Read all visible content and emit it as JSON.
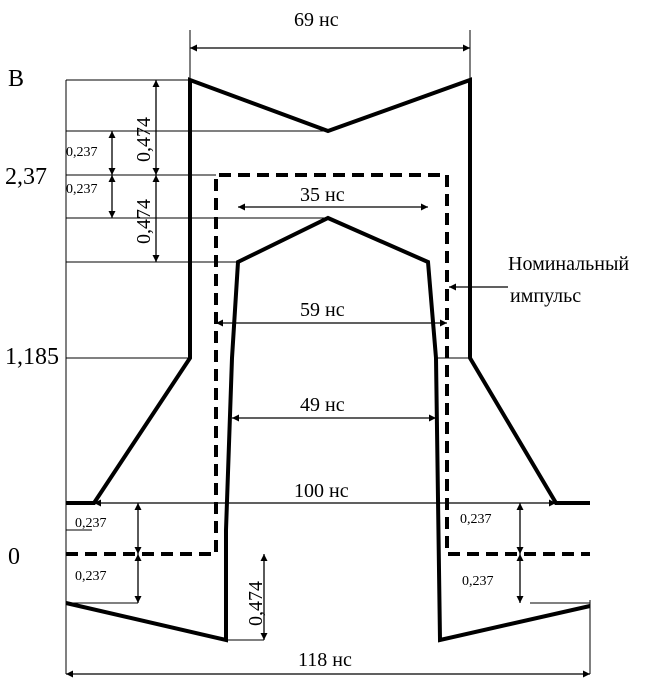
{
  "diagram": {
    "y_axis_unit": "В",
    "levels": {
      "top": "2,37",
      "middle": "1,185",
      "zero": "0"
    },
    "durations": {
      "d69": "69 нс",
      "d35": "35 нс",
      "d59": "59 нс",
      "d49": "49 нс",
      "d100": "100 нс",
      "d118": "118 нс"
    },
    "tolerances": {
      "t237_a": "0,237",
      "t237_b": "0,237",
      "t474_a": "0,474",
      "t474_b": "0,474",
      "t237_left_up": "0,237",
      "t237_left_down": "0,237",
      "t237_right_up": "0,237",
      "t237_right_down": "0,237",
      "t474_bottom": "0,474"
    },
    "nominal_label": {
      "line1": "Номинальный",
      "line2": "импульс"
    }
  }
}
